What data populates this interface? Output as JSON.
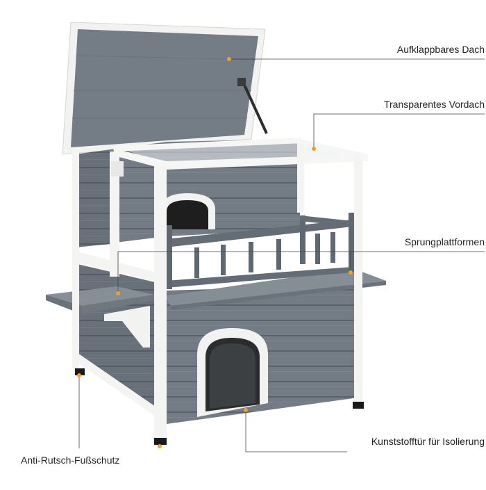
{
  "annotations": {
    "roof": "Aufklappbares Dach",
    "canopy": "Transparentes Vordach",
    "platforms": "Sprungplattformen",
    "door": "Kunststofftür für Isolierung",
    "feet": "Anti-Rutsch-Fußschutz"
  },
  "colors": {
    "wood_grey": "#6f7780",
    "wood_grey_light": "#838b93",
    "frame_white": "#f4f4f2",
    "roof_grey": "#737b84",
    "rail_grey": "#5f6770",
    "dot_orange": "#f0a030",
    "leader_line": "#444444",
    "foot_black": "#1a1a1a"
  }
}
